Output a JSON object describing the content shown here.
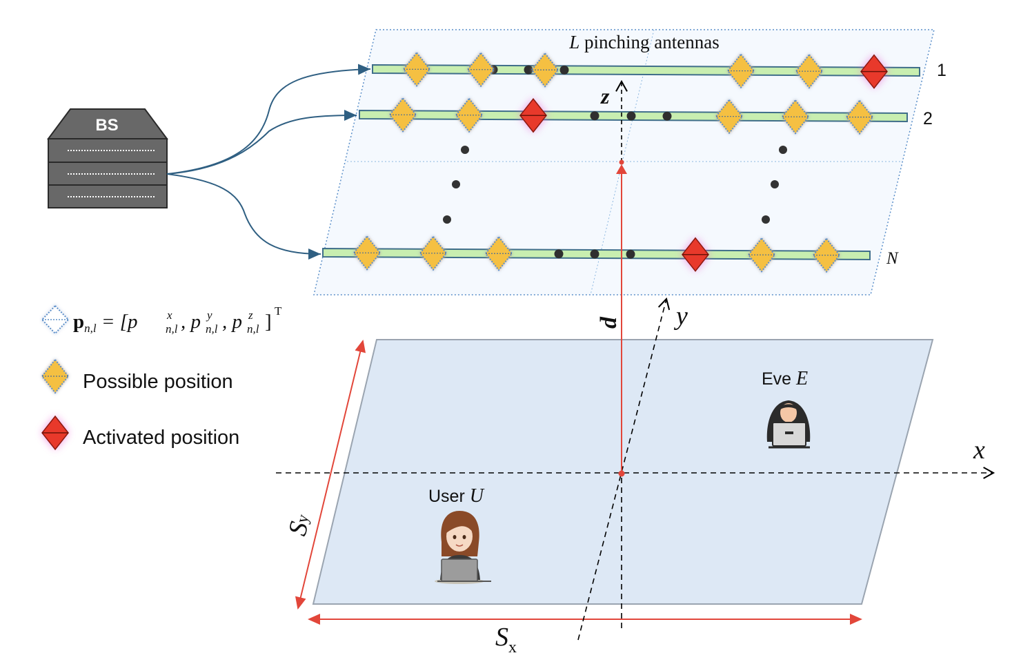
{
  "bs": {
    "label": "BS"
  },
  "top_panel": {
    "title_var": "L",
    "title_text": " pinching antennas",
    "row_labels": [
      "1",
      "2",
      "N"
    ]
  },
  "legend": {
    "formula_bold": "p",
    "formula_sub": "n,l",
    "formula_rest": " = [p",
    "possible_label": "Possible position",
    "activated_label": "Activated position"
  },
  "axes": {
    "x": "x",
    "y": "y",
    "z": "z",
    "d": "d"
  },
  "ground": {
    "sx_main": "S",
    "sx_sub": "x",
    "sy_main": "S",
    "sy_sub": "y"
  },
  "people": {
    "user_text": "User ",
    "user_var": "U",
    "eve_text": "Eve ",
    "eve_var": "E"
  },
  "colors": {
    "waveguide": "#c8eeb0",
    "possible": "#f5c042",
    "activated": "#e8392b",
    "ground": "#dde8f5",
    "panel": "#f5f9fe",
    "curve": "#2f5f82",
    "red_line": "#e2463a"
  }
}
